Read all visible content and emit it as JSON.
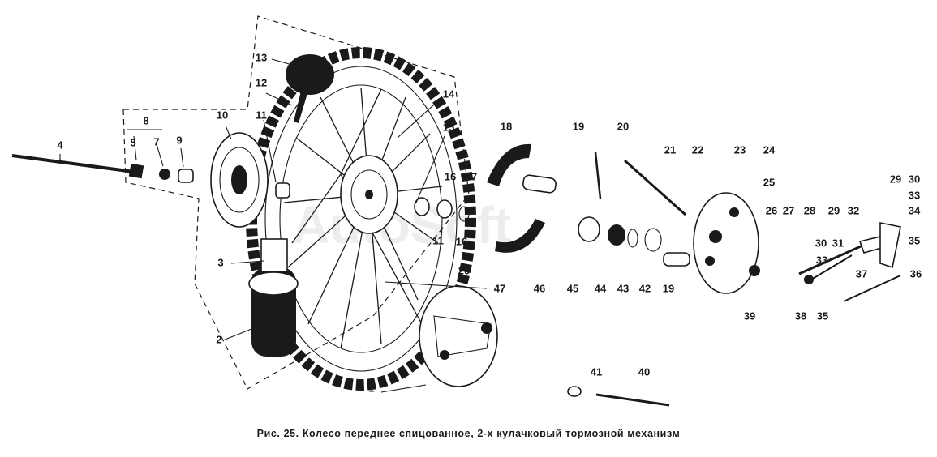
{
  "caption": "Рис. 25. Колесо переднее спицованное, 2-х кулачковый тормозной механизм",
  "watermark": "AutoSoft",
  "callouts": [
    "1",
    "2",
    "3",
    "4",
    "5",
    "7",
    "8",
    "9",
    "10",
    "11",
    "11",
    "12",
    "13",
    "14",
    "15",
    "16",
    "16",
    "17",
    "18",
    "19",
    "19",
    "20",
    "20",
    "21",
    "22",
    "23",
    "24",
    "25",
    "26",
    "27",
    "28",
    "29",
    "29",
    "30",
    "30",
    "31",
    "32",
    "33",
    "33",
    "34",
    "35",
    "35",
    "36",
    "37",
    "38",
    "39",
    "40",
    "41",
    "42",
    "43",
    "44",
    "45",
    "46",
    "47"
  ]
}
